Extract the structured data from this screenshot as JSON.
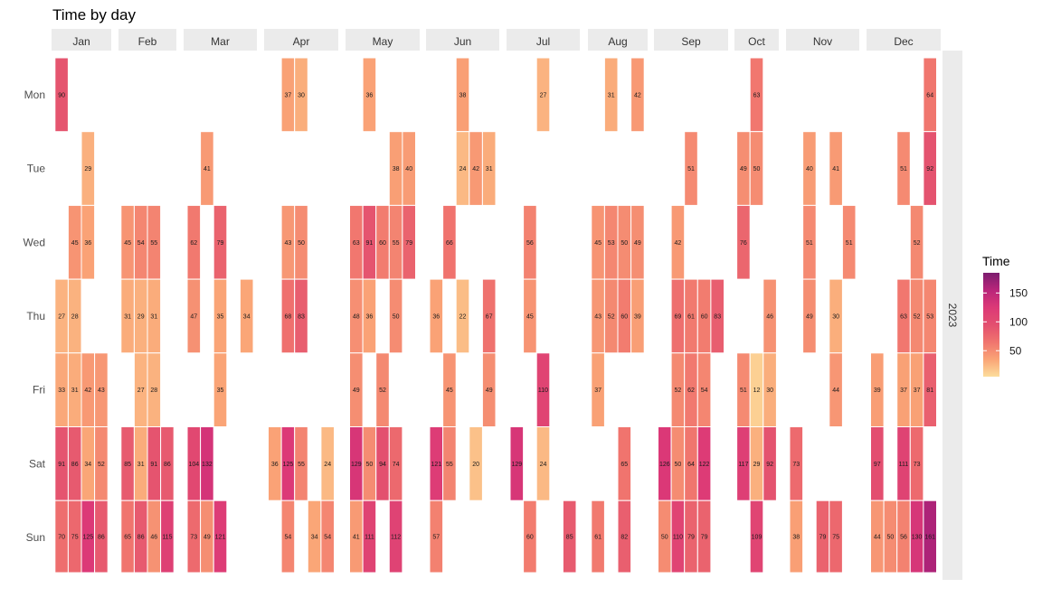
{
  "chart_data": {
    "type": "heatmap",
    "title": "Time by day",
    "facet_label": "2023",
    "months": [
      "Jan",
      "Feb",
      "Mar",
      "Apr",
      "May",
      "Jun",
      "Jul",
      "Aug",
      "Sep",
      "Oct",
      "Nov",
      "Dec"
    ],
    "days": [
      "Mon",
      "Tue",
      "Wed",
      "Thu",
      "Fri",
      "Sat",
      "Sun"
    ],
    "legend": {
      "title": "Time",
      "ticks": [
        50,
        100,
        150
      ],
      "range": [
        5,
        185
      ]
    },
    "colors": [
      "#fcde9c",
      "#faa476",
      "#f0746e",
      "#e34f6f",
      "#dc3977",
      "#b9257a",
      "#7c1d6f"
    ],
    "cells": [
      {
        "m": 0,
        "w": 0,
        "d": 0,
        "v": 90
      },
      {
        "m": 0,
        "w": 0,
        "d": 3,
        "v": 27
      },
      {
        "m": 0,
        "w": 0,
        "d": 4,
        "v": 33
      },
      {
        "m": 0,
        "w": 0,
        "d": 5,
        "v": 91
      },
      {
        "m": 0,
        "w": 0,
        "d": 6,
        "v": 70
      },
      {
        "m": 0,
        "w": 1,
        "d": 2,
        "v": 45
      },
      {
        "m": 0,
        "w": 1,
        "d": 3,
        "v": 28
      },
      {
        "m": 0,
        "w": 1,
        "d": 4,
        "v": 31
      },
      {
        "m": 0,
        "w": 1,
        "d": 5,
        "v": 86
      },
      {
        "m": 0,
        "w": 1,
        "d": 6,
        "v": 75
      },
      {
        "m": 0,
        "w": 2,
        "d": 1,
        "v": 29
      },
      {
        "m": 0,
        "w": 2,
        "d": 2,
        "v": 36
      },
      {
        "m": 0,
        "w": 2,
        "d": 4,
        "v": 42
      },
      {
        "m": 0,
        "w": 2,
        "d": 5,
        "v": 34
      },
      {
        "m": 0,
        "w": 2,
        "d": 6,
        "v": 125
      },
      {
        "m": 0,
        "w": 3,
        "d": 4,
        "v": 43
      },
      {
        "m": 0,
        "w": 3,
        "d": 5,
        "v": 52
      },
      {
        "m": 0,
        "w": 3,
        "d": 6,
        "v": 86
      },
      {
        "m": 1,
        "w": 0,
        "d": 2,
        "v": 45
      },
      {
        "m": 1,
        "w": 0,
        "d": 3,
        "v": 31
      },
      {
        "m": 1,
        "w": 0,
        "d": 5,
        "v": 85
      },
      {
        "m": 1,
        "w": 0,
        "d": 6,
        "v": 65
      },
      {
        "m": 1,
        "w": 1,
        "d": 2,
        "v": 54
      },
      {
        "m": 1,
        "w": 1,
        "d": 3,
        "v": 29
      },
      {
        "m": 1,
        "w": 1,
        "d": 4,
        "v": 27
      },
      {
        "m": 1,
        "w": 1,
        "d": 5,
        "v": 31
      },
      {
        "m": 1,
        "w": 1,
        "d": 6,
        "v": 86
      },
      {
        "m": 1,
        "w": 2,
        "d": 2,
        "v": 55
      },
      {
        "m": 1,
        "w": 2,
        "d": 3,
        "v": 31
      },
      {
        "m": 1,
        "w": 2,
        "d": 4,
        "v": 28
      },
      {
        "m": 1,
        "w": 2,
        "d": 5,
        "v": 91
      },
      {
        "m": 1,
        "w": 2,
        "d": 6,
        "v": 46
      },
      {
        "m": 1,
        "w": 3,
        "d": 5,
        "v": 86
      },
      {
        "m": 1,
        "w": 3,
        "d": 6,
        "v": 115
      },
      {
        "m": 2,
        "w": 0,
        "d": 2,
        "v": 62
      },
      {
        "m": 2,
        "w": 0,
        "d": 3,
        "v": 47
      },
      {
        "m": 2,
        "w": 0,
        "d": 5,
        "v": 104
      },
      {
        "m": 2,
        "w": 0,
        "d": 6,
        "v": 73
      },
      {
        "m": 2,
        "w": 1,
        "d": 1,
        "v": 41
      },
      {
        "m": 2,
        "w": 1,
        "d": 5,
        "v": 132
      },
      {
        "m": 2,
        "w": 1,
        "d": 6,
        "v": 49
      },
      {
        "m": 2,
        "w": 2,
        "d": 2,
        "v": 79
      },
      {
        "m": 2,
        "w": 2,
        "d": 3,
        "v": 35
      },
      {
        "m": 2,
        "w": 2,
        "d": 4,
        "v": 35
      },
      {
        "m": 2,
        "w": 2,
        "d": 6,
        "v": 121
      },
      {
        "m": 2,
        "w": 4,
        "d": 3,
        "v": 34
      },
      {
        "m": 3,
        "w": 0,
        "d": 5,
        "v": 36
      },
      {
        "m": 3,
        "w": 1,
        "d": 0,
        "v": 37
      },
      {
        "m": 3,
        "w": 1,
        "d": 2,
        "v": 43
      },
      {
        "m": 3,
        "w": 1,
        "d": 3,
        "v": 68
      },
      {
        "m": 3,
        "w": 1,
        "d": 5,
        "v": 125
      },
      {
        "m": 3,
        "w": 1,
        "d": 6,
        "v": 54
      },
      {
        "m": 3,
        "w": 2,
        "d": 0,
        "v": 30
      },
      {
        "m": 3,
        "w": 2,
        "d": 2,
        "v": 50
      },
      {
        "m": 3,
        "w": 2,
        "d": 3,
        "v": 83
      },
      {
        "m": 3,
        "w": 2,
        "d": 5,
        "v": 55
      },
      {
        "m": 3,
        "w": 3,
        "d": 6,
        "v": 34
      },
      {
        "m": 3,
        "w": 4,
        "d": 5,
        "v": 24
      },
      {
        "m": 3,
        "w": 4,
        "d": 6,
        "v": 54
      },
      {
        "m": 4,
        "w": 0,
        "d": 2,
        "v": 63
      },
      {
        "m": 4,
        "w": 0,
        "d": 3,
        "v": 48
      },
      {
        "m": 4,
        "w": 0,
        "d": 4,
        "v": 49
      },
      {
        "m": 4,
        "w": 0,
        "d": 5,
        "v": 129
      },
      {
        "m": 4,
        "w": 0,
        "d": 6,
        "v": 41
      },
      {
        "m": 4,
        "w": 1,
        "d": 0,
        "v": 36
      },
      {
        "m": 4,
        "w": 1,
        "d": 2,
        "v": 91
      },
      {
        "m": 4,
        "w": 1,
        "d": 3,
        "v": 36
      },
      {
        "m": 4,
        "w": 1,
        "d": 5,
        "v": 50
      },
      {
        "m": 4,
        "w": 1,
        "d": 6,
        "v": 111
      },
      {
        "m": 4,
        "w": 2,
        "d": 2,
        "v": 60
      },
      {
        "m": 4,
        "w": 2,
        "d": 4,
        "v": 52
      },
      {
        "m": 4,
        "w": 2,
        "d": 5,
        "v": 94
      },
      {
        "m": 4,
        "w": 3,
        "d": 1,
        "v": 38
      },
      {
        "m": 4,
        "w": 3,
        "d": 2,
        "v": 55
      },
      {
        "m": 4,
        "w": 3,
        "d": 3,
        "v": 50
      },
      {
        "m": 4,
        "w": 3,
        "d": 5,
        "v": 74
      },
      {
        "m": 4,
        "w": 3,
        "d": 6,
        "v": 112
      },
      {
        "m": 4,
        "w": 4,
        "d": 1,
        "v": 40
      },
      {
        "m": 4,
        "w": 4,
        "d": 2,
        "v": 79
      },
      {
        "m": 5,
        "w": 0,
        "d": 3,
        "v": 36
      },
      {
        "m": 5,
        "w": 0,
        "d": 5,
        "v": 121
      },
      {
        "m": 5,
        "w": 0,
        "d": 6,
        "v": 57
      },
      {
        "m": 5,
        "w": 1,
        "d": 2,
        "v": 66
      },
      {
        "m": 5,
        "w": 1,
        "d": 4,
        "v": 45
      },
      {
        "m": 5,
        "w": 1,
        "d": 5,
        "v": 55
      },
      {
        "m": 5,
        "w": 2,
        "d": 0,
        "v": 38
      },
      {
        "m": 5,
        "w": 2,
        "d": 1,
        "v": 24
      },
      {
        "m": 5,
        "w": 2,
        "d": 3,
        "v": 22
      },
      {
        "m": 5,
        "w": 3,
        "d": 1,
        "v": 42
      },
      {
        "m": 5,
        "w": 3,
        "d": 5,
        "v": 20
      },
      {
        "m": 5,
        "w": 4,
        "d": 1,
        "v": 31
      },
      {
        "m": 5,
        "w": 4,
        "d": 3,
        "v": 67
      },
      {
        "m": 5,
        "w": 4,
        "d": 4,
        "v": 49
      },
      {
        "m": 6,
        "w": 0,
        "d": 5,
        "v": 129
      },
      {
        "m": 6,
        "w": 1,
        "d": 2,
        "v": 56
      },
      {
        "m": 6,
        "w": 1,
        "d": 3,
        "v": 45
      },
      {
        "m": 6,
        "w": 1,
        "d": 6,
        "v": 60
      },
      {
        "m": 6,
        "w": 2,
        "d": 0,
        "v": 27
      },
      {
        "m": 6,
        "w": 2,
        "d": 4,
        "v": 110
      },
      {
        "m": 6,
        "w": 2,
        "d": 5,
        "v": 24
      },
      {
        "m": 6,
        "w": 4,
        "d": 6,
        "v": 85
      },
      {
        "m": 7,
        "w": 0,
        "d": 2,
        "v": 45
      },
      {
        "m": 7,
        "w": 0,
        "d": 3,
        "v": 43
      },
      {
        "m": 7,
        "w": 0,
        "d": 4,
        "v": 37
      },
      {
        "m": 7,
        "w": 0,
        "d": 6,
        "v": 61
      },
      {
        "m": 7,
        "w": 1,
        "d": 0,
        "v": 31
      },
      {
        "m": 7,
        "w": 1,
        "d": 2,
        "v": 53
      },
      {
        "m": 7,
        "w": 1,
        "d": 3,
        "v": 52
      },
      {
        "m": 7,
        "w": 2,
        "d": 2,
        "v": 50
      },
      {
        "m": 7,
        "w": 2,
        "d": 3,
        "v": 60
      },
      {
        "m": 7,
        "w": 2,
        "d": 5,
        "v": 65
      },
      {
        "m": 7,
        "w": 2,
        "d": 6,
        "v": 82
      },
      {
        "m": 7,
        "w": 3,
        "d": 0,
        "v": 42
      },
      {
        "m": 7,
        "w": 3,
        "d": 2,
        "v": 49
      },
      {
        "m": 7,
        "w": 3,
        "d": 3,
        "v": 39
      },
      {
        "m": 8,
        "w": 0,
        "d": 5,
        "v": 126
      },
      {
        "m": 8,
        "w": 0,
        "d": 6,
        "v": 50
      },
      {
        "m": 8,
        "w": 1,
        "d": 2,
        "v": 42
      },
      {
        "m": 8,
        "w": 1,
        "d": 3,
        "v": 69
      },
      {
        "m": 8,
        "w": 1,
        "d": 4,
        "v": 52
      },
      {
        "m": 8,
        "w": 1,
        "d": 5,
        "v": 50
      },
      {
        "m": 8,
        "w": 1,
        "d": 6,
        "v": 110
      },
      {
        "m": 8,
        "w": 2,
        "d": 1,
        "v": 51
      },
      {
        "m": 8,
        "w": 2,
        "d": 3,
        "v": 61
      },
      {
        "m": 8,
        "w": 2,
        "d": 4,
        "v": 62
      },
      {
        "m": 8,
        "w": 2,
        "d": 5,
        "v": 64
      },
      {
        "m": 8,
        "w": 2,
        "d": 6,
        "v": 79
      },
      {
        "m": 8,
        "w": 3,
        "d": 3,
        "v": 60
      },
      {
        "m": 8,
        "w": 3,
        "d": 4,
        "v": 54
      },
      {
        "m": 8,
        "w": 3,
        "d": 5,
        "v": 122
      },
      {
        "m": 8,
        "w": 3,
        "d": 6,
        "v": 79
      },
      {
        "m": 8,
        "w": 4,
        "d": 3,
        "v": 83
      },
      {
        "m": 9,
        "w": 0,
        "d": 1,
        "v": 49
      },
      {
        "m": 9,
        "w": 0,
        "d": 2,
        "v": 76
      },
      {
        "m": 9,
        "w": 0,
        "d": 4,
        "v": 51
      },
      {
        "m": 9,
        "w": 0,
        "d": 5,
        "v": 117
      },
      {
        "m": 9,
        "w": 1,
        "d": 0,
        "v": 63
      },
      {
        "m": 9,
        "w": 1,
        "d": 1,
        "v": 50
      },
      {
        "m": 9,
        "w": 1,
        "d": 4,
        "v": 12
      },
      {
        "m": 9,
        "w": 1,
        "d": 5,
        "v": 29
      },
      {
        "m": 9,
        "w": 1,
        "d": 6,
        "v": 109
      },
      {
        "m": 9,
        "w": 2,
        "d": 3,
        "v": 46
      },
      {
        "m": 9,
        "w": 2,
        "d": 4,
        "v": 30
      },
      {
        "m": 9,
        "w": 2,
        "d": 5,
        "v": 92
      },
      {
        "m": 10,
        "w": 0,
        "d": 5,
        "v": 73
      },
      {
        "m": 10,
        "w": 0,
        "d": 6,
        "v": 38
      },
      {
        "m": 10,
        "w": 1,
        "d": 1,
        "v": 40
      },
      {
        "m": 10,
        "w": 1,
        "d": 2,
        "v": 51
      },
      {
        "m": 10,
        "w": 1,
        "d": 3,
        "v": 49
      },
      {
        "m": 10,
        "w": 2,
        "d": 6,
        "v": 79
      },
      {
        "m": 10,
        "w": 3,
        "d": 1,
        "v": 41
      },
      {
        "m": 10,
        "w": 3,
        "d": 3,
        "v": 30
      },
      {
        "m": 10,
        "w": 3,
        "d": 4,
        "v": 44
      },
      {
        "m": 10,
        "w": 3,
        "d": 6,
        "v": 75
      },
      {
        "m": 10,
        "w": 4,
        "d": 2,
        "v": 51
      },
      {
        "m": 11,
        "w": 0,
        "d": 4,
        "v": 39
      },
      {
        "m": 11,
        "w": 0,
        "d": 5,
        "v": 97
      },
      {
        "m": 11,
        "w": 0,
        "d": 6,
        "v": 44
      },
      {
        "m": 11,
        "w": 1,
        "d": 6,
        "v": 50
      },
      {
        "m": 11,
        "w": 2,
        "d": 1,
        "v": 51
      },
      {
        "m": 11,
        "w": 2,
        "d": 3,
        "v": 63
      },
      {
        "m": 11,
        "w": 2,
        "d": 4,
        "v": 37
      },
      {
        "m": 11,
        "w": 2,
        "d": 5,
        "v": 111
      },
      {
        "m": 11,
        "w": 2,
        "d": 6,
        "v": 56
      },
      {
        "m": 11,
        "w": 3,
        "d": 2,
        "v": 52
      },
      {
        "m": 11,
        "w": 3,
        "d": 3,
        "v": 52
      },
      {
        "m": 11,
        "w": 3,
        "d": 4,
        "v": 37
      },
      {
        "m": 11,
        "w": 3,
        "d": 5,
        "v": 73
      },
      {
        "m": 11,
        "w": 3,
        "d": 6,
        "v": 130
      },
      {
        "m": 11,
        "w": 4,
        "d": 0,
        "v": 64
      },
      {
        "m": 11,
        "w": 4,
        "d": 1,
        "v": 92
      },
      {
        "m": 11,
        "w": 4,
        "d": 3,
        "v": 53
      },
      {
        "m": 11,
        "w": 4,
        "d": 4,
        "v": 81
      },
      {
        "m": 11,
        "w": 4,
        "d": 6,
        "v": 161
      }
    ]
  }
}
